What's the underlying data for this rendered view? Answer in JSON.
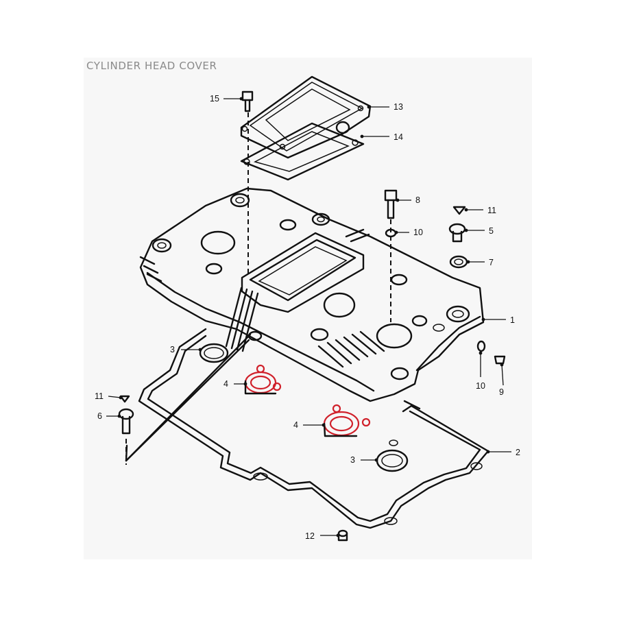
{
  "title": "CYLINDER HEAD COVER",
  "parts": [
    {
      "key": "p15a",
      "number": "15"
    },
    {
      "key": "p13",
      "number": "13"
    },
    {
      "key": "p14",
      "number": "14"
    },
    {
      "key": "p8",
      "number": "8"
    },
    {
      "key": "p11a",
      "number": "11"
    },
    {
      "key": "p10a",
      "number": "10"
    },
    {
      "key": "p5",
      "number": "5"
    },
    {
      "key": "p7",
      "number": "7"
    },
    {
      "key": "p1",
      "number": "1"
    },
    {
      "key": "p3a",
      "number": "3"
    },
    {
      "key": "p4a",
      "number": "4"
    },
    {
      "key": "p10b",
      "number": "10"
    },
    {
      "key": "p9",
      "number": "9"
    },
    {
      "key": "p11b",
      "number": "11"
    },
    {
      "key": "p6",
      "number": "6"
    },
    {
      "key": "p4b",
      "number": "4"
    },
    {
      "key": "p2",
      "number": "2"
    },
    {
      "key": "p3b",
      "number": "3"
    },
    {
      "key": "p12",
      "number": "12"
    }
  ],
  "colors": {
    "highlight": "#d0202a",
    "line": "#111111",
    "title": "#8a8a8a"
  }
}
